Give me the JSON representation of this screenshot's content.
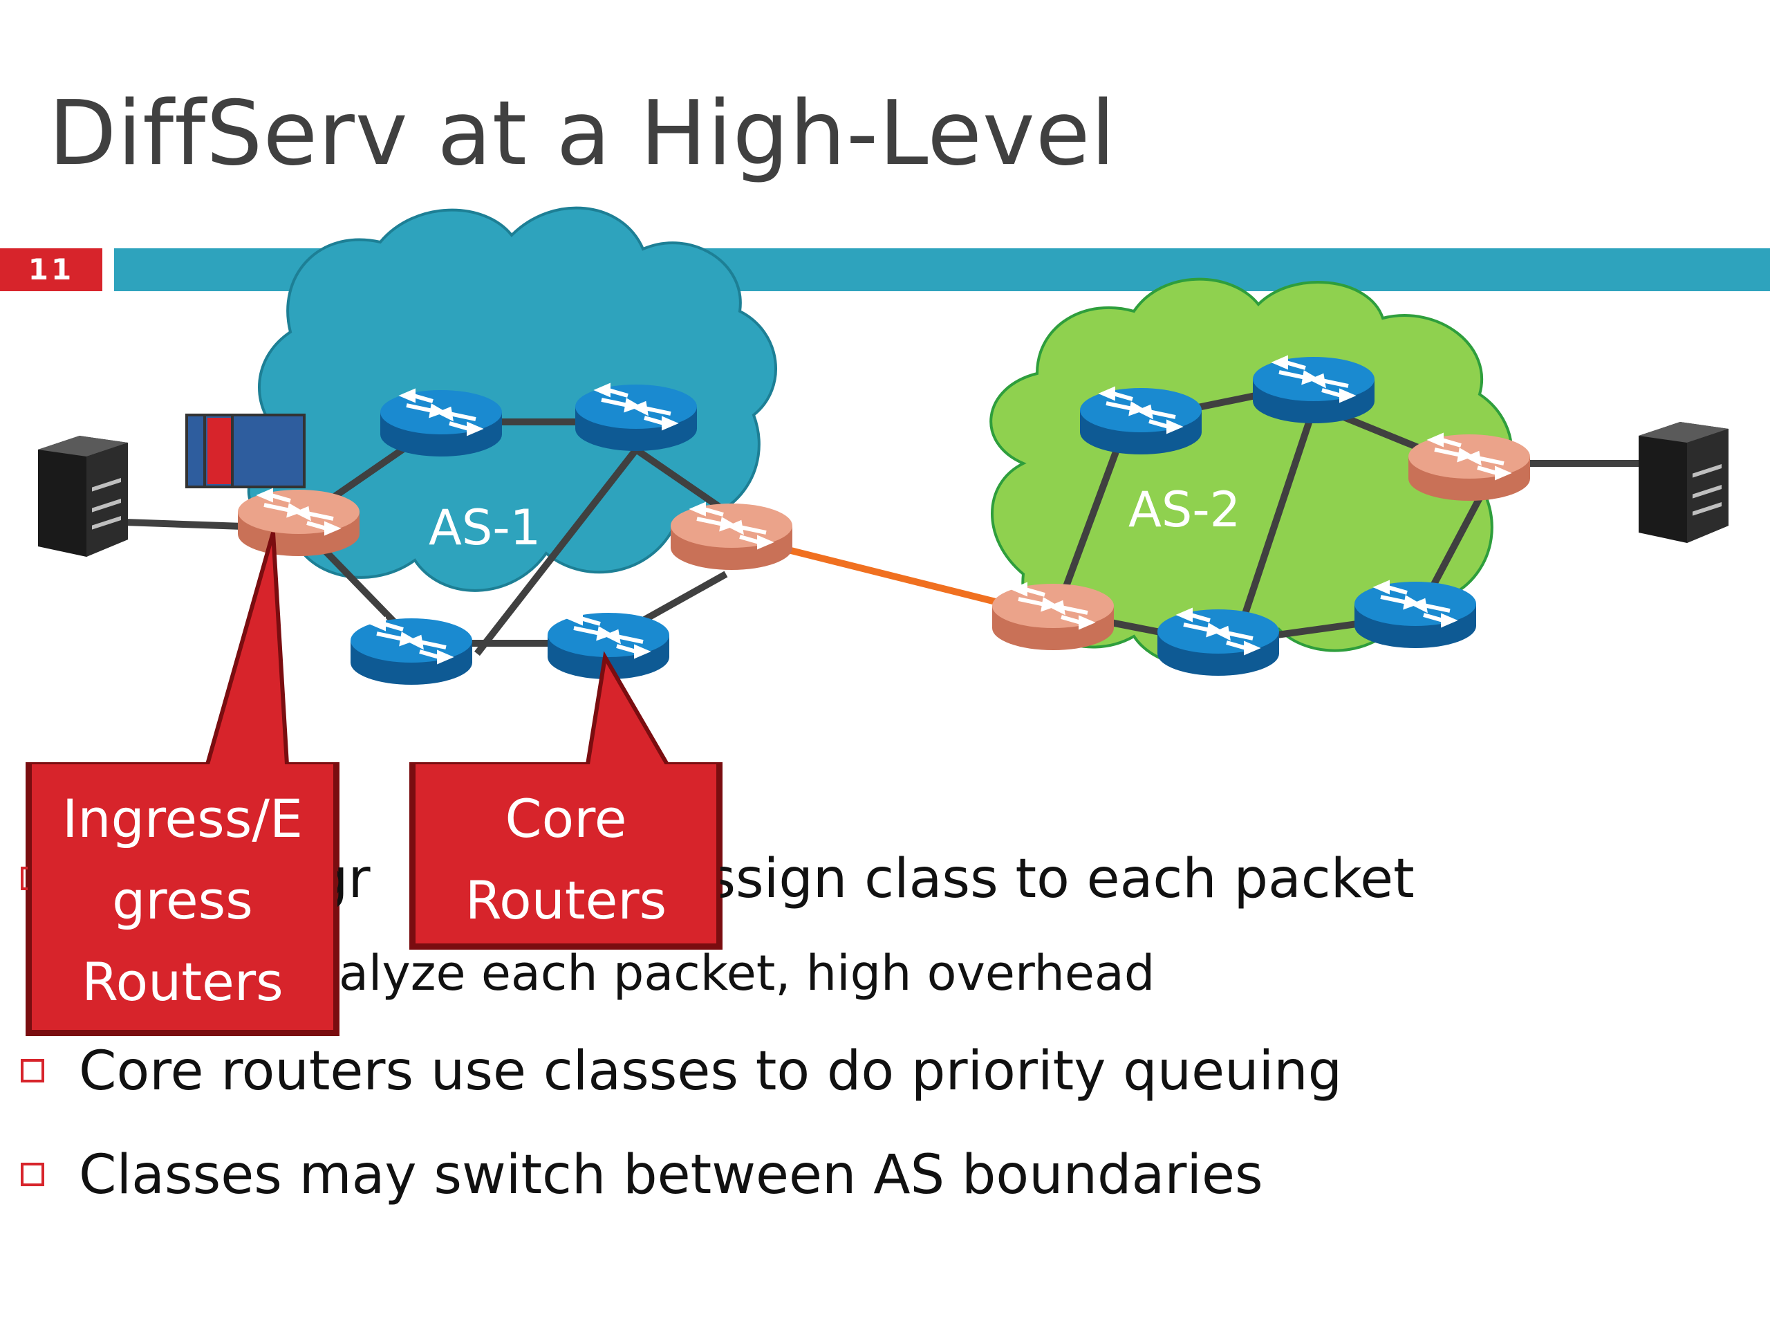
{
  "slide": {
    "title": "DiffServ at a High-Level",
    "number": "11"
  },
  "diagram": {
    "as1_label": "AS-1",
    "as2_label": "AS-2",
    "callouts": {
      "ingress": [
        "Ingress/E",
        "gress",
        "Routers"
      ],
      "core": [
        "Core",
        "Routers"
      ]
    },
    "colors": {
      "as1_cloud": "#2ea3bd",
      "as2_cloud": "#8fd14f",
      "core_router": "#1a7fc1",
      "edge_router": "#e89a7f",
      "inter_as_link": "#f07020",
      "callout": "#d7242b"
    }
  },
  "bullets": {
    "b1_visible_a": "gr",
    "b1_visible_b": "assign class to each packet",
    "b1_sub_visible": "alyze each packet, high overhead",
    "b2": "Core routers use classes to do priority queuing",
    "b3": "Classes may switch between AS boundaries"
  }
}
